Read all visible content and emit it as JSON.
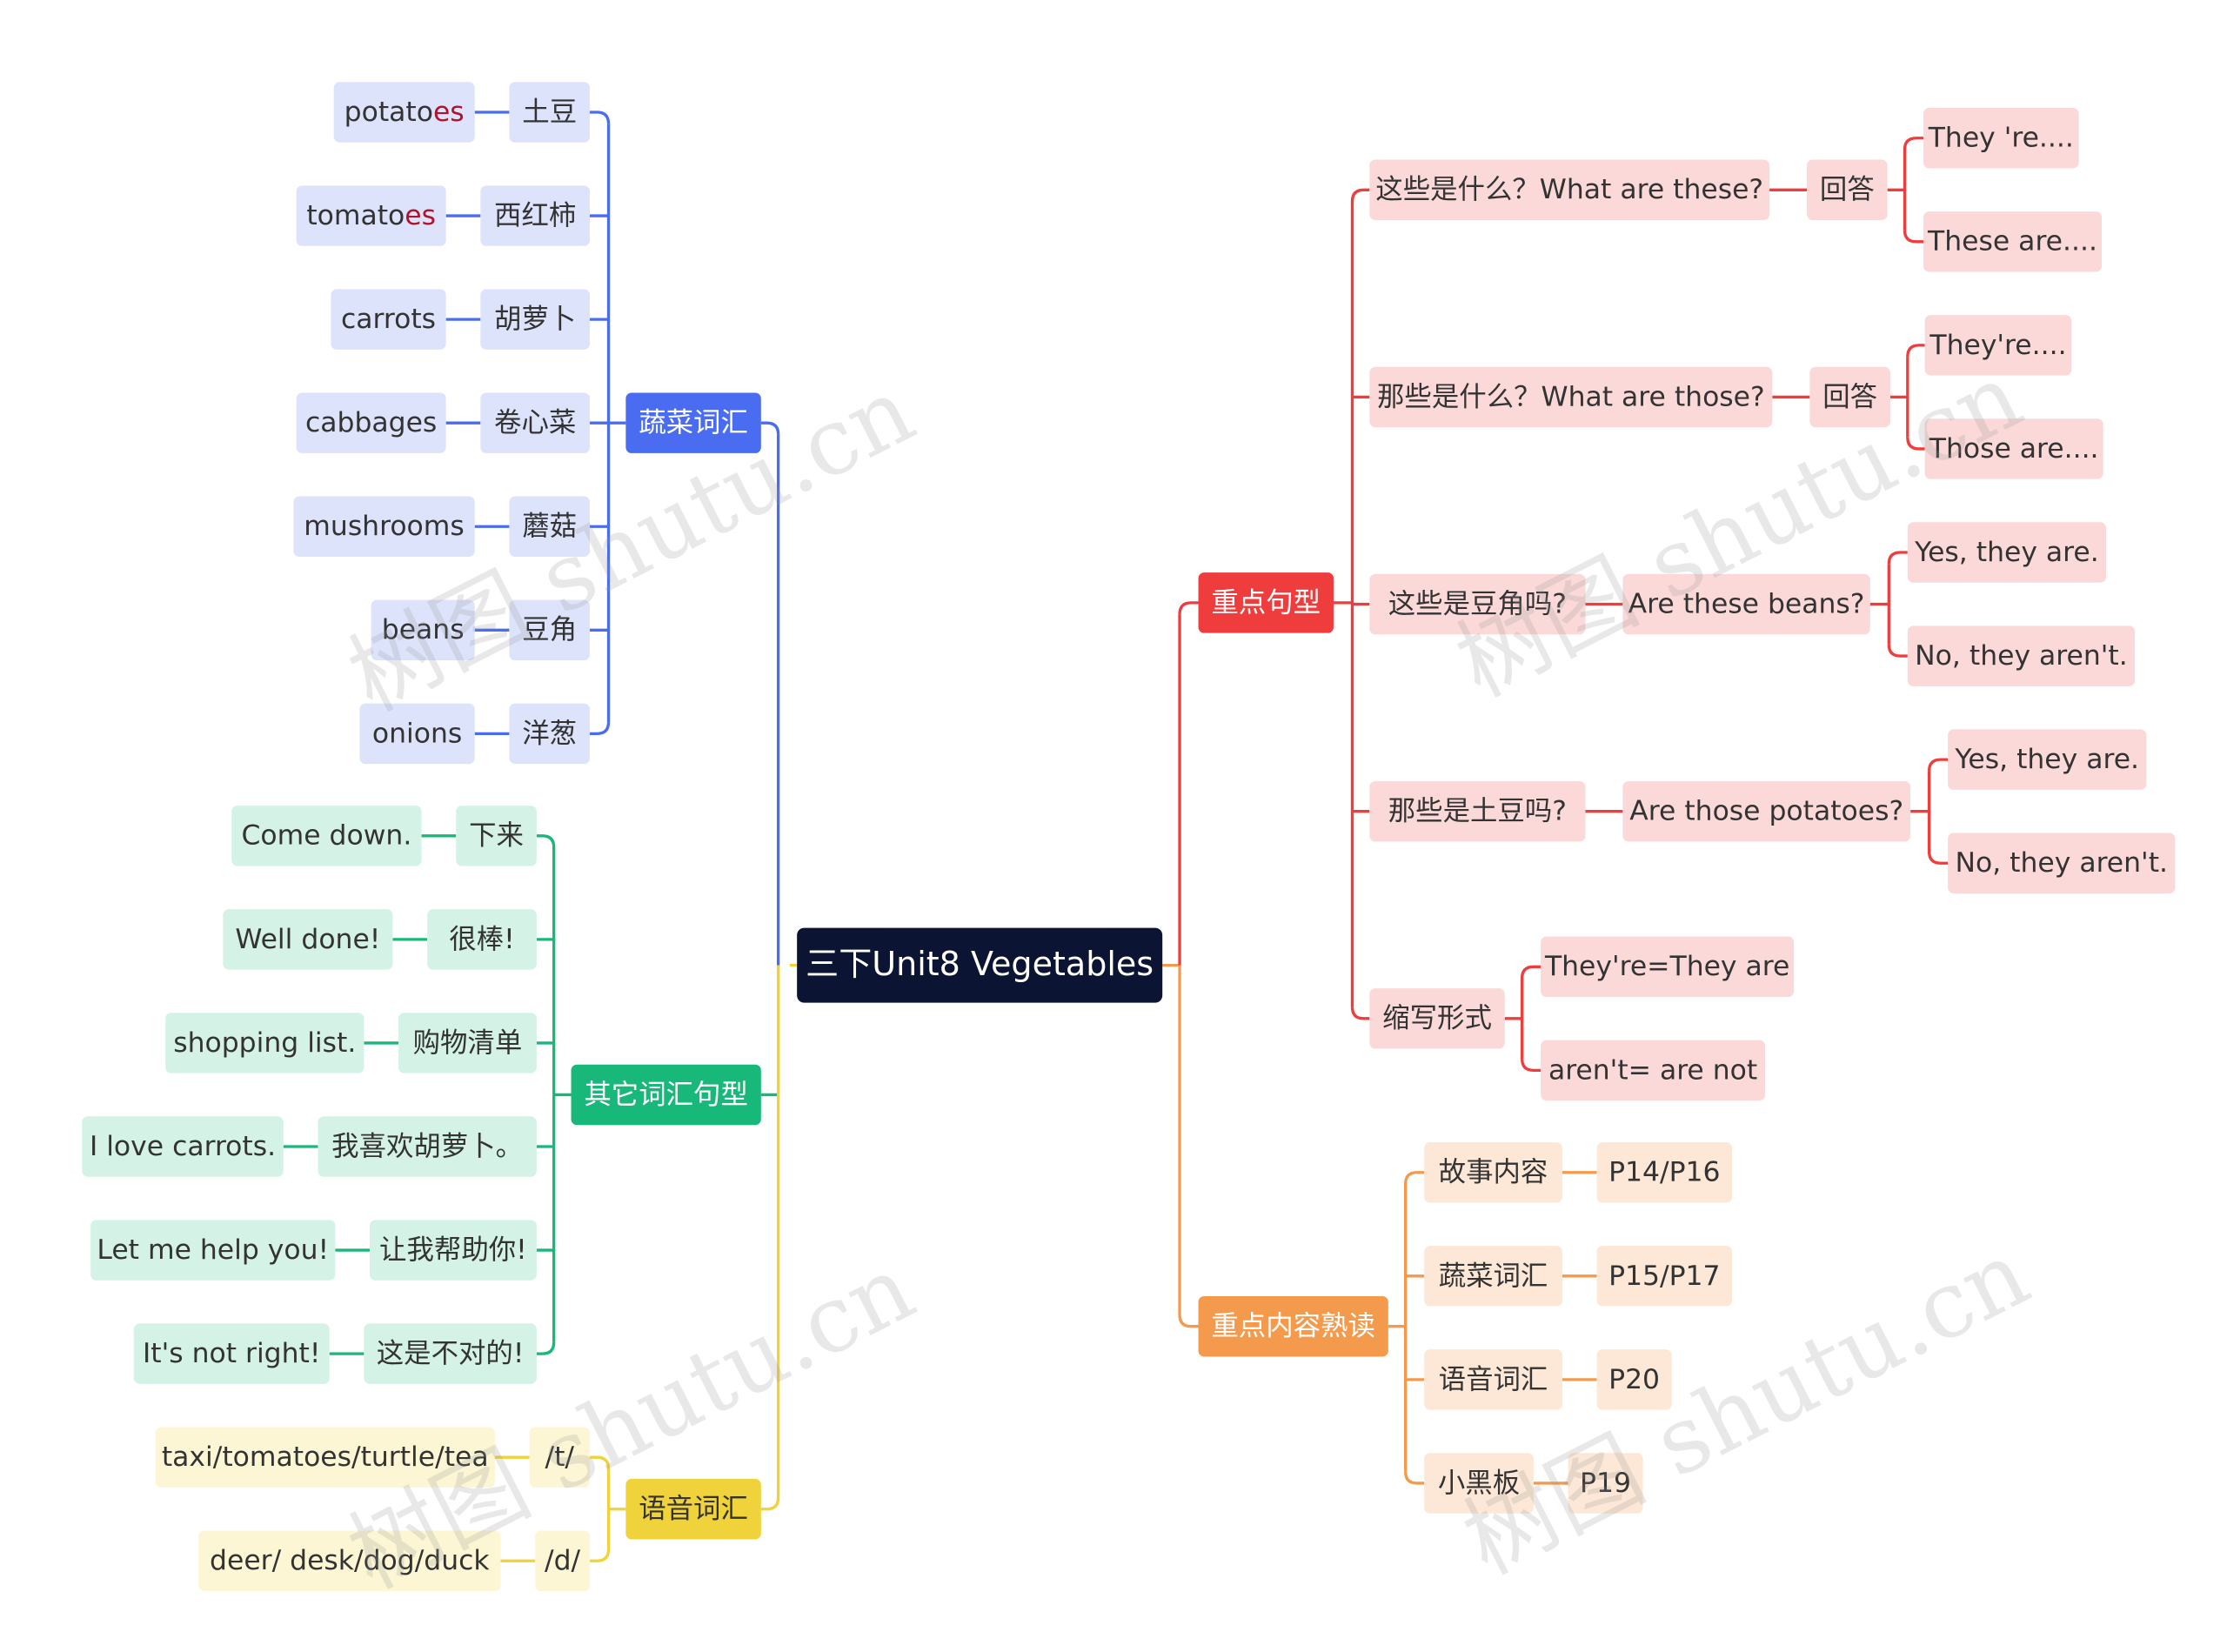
{
  "root": "三下Unit8 Vegetables",
  "watermark": "树图 shutu.cn",
  "colors": {
    "vegetables": "#4a6cf0",
    "vegetables_light": "#dde3fb",
    "other": "#18b77a",
    "other_light": "#d4f2e6",
    "phonics": "#f0d23a",
    "phonics_light": "#fcf6d4",
    "sentences": "#ef3d3d",
    "sentences_light": "#fbd9d9",
    "review": "#f49a4c",
    "review_light": "#fde8d7"
  },
  "vegetables": {
    "title": "蔬菜词汇",
    "items": [
      {
        "en": "potato",
        "en_suffix": "es",
        "zh": "土豆"
      },
      {
        "en": "tomato",
        "en_suffix": "es",
        "zh": "西红柿"
      },
      {
        "en": "carrots",
        "en_suffix": "",
        "zh": "胡萝卜"
      },
      {
        "en": "cabbages",
        "en_suffix": "",
        "zh": "卷心菜"
      },
      {
        "en": "mushrooms",
        "en_suffix": "",
        "zh": "蘑菇"
      },
      {
        "en": "beans",
        "en_suffix": "",
        "zh": "豆角"
      },
      {
        "en": "onions",
        "en_suffix": "",
        "zh": "洋葱"
      }
    ]
  },
  "other": {
    "title": "其它词汇句型",
    "items": [
      {
        "en": "Come down.",
        "zh": "下来"
      },
      {
        "en": "Well done!",
        "zh": "很棒!"
      },
      {
        "en": "shopping list.",
        "zh": "购物清单"
      },
      {
        "en": "I love carrots.",
        "zh": "我喜欢胡萝卜。"
      },
      {
        "en": "Let me help you!",
        "zh": "让我帮助你!"
      },
      {
        "en": "It's not right!",
        "zh": "这是不对的!"
      }
    ]
  },
  "phonics": {
    "title": "语音词汇",
    "items": [
      {
        "words": "taxi/tomatoes/turtle/tea",
        "sound": "/t/"
      },
      {
        "words": "deer/ desk/dog/duck",
        "sound": "/d/"
      }
    ]
  },
  "sentences": {
    "title": "重点句型",
    "q1": {
      "q": "这些是什么？What are these?",
      "mid": "回答",
      "a": [
        "They 're....",
        "These are...."
      ]
    },
    "q2": {
      "q": "那些是什么？What are those?",
      "mid": "回答",
      "a": [
        "They're....",
        "Those are...."
      ]
    },
    "q3": {
      "q": "这些是豆角吗?",
      "mid": "Are these beans?",
      "a": [
        "Yes, they are.",
        "No, they aren't."
      ]
    },
    "q4": {
      "q": "那些是土豆吗?",
      "mid": "Are those potatoes?",
      "a": [
        "Yes, they are.",
        "No, they aren't."
      ]
    },
    "abbr": {
      "title": "缩写形式",
      "a": [
        "They're=They are",
        "aren't= are not"
      ]
    }
  },
  "review": {
    "title": "重点内容熟读",
    "items": [
      {
        "label": "故事内容",
        "page": "P14/P16"
      },
      {
        "label": "蔬菜词汇",
        "page": "P15/P17"
      },
      {
        "label": "语音词汇",
        "page": "P20"
      },
      {
        "label": "小黑板",
        "page": "P19"
      }
    ]
  }
}
